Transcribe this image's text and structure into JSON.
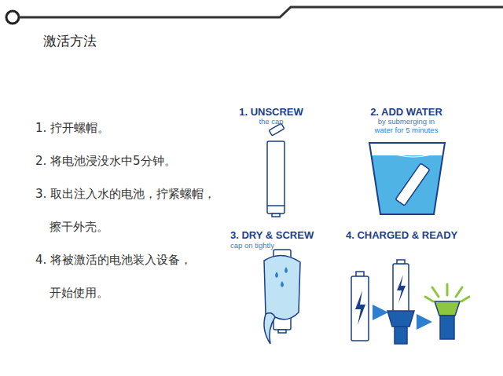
{
  "diagram": {
    "title": "激活方法",
    "labels": [
      "1. 拧开螺帽。",
      "2. 将电池浸没水中5分钟。",
      "3. 取出注入水的电池，拧紧螺帽， 擦干外壳。",
      "4. 将被激活的电池装入设备， 开始使用。",
      "1. UNSCREW",
      "the cap",
      "2. ADD WATER",
      "by submerging in water for 5 minutes",
      "3. DRY & SCREW",
      "cap on tightly",
      "4. CHARGED & READY"
    ]
  }
}
